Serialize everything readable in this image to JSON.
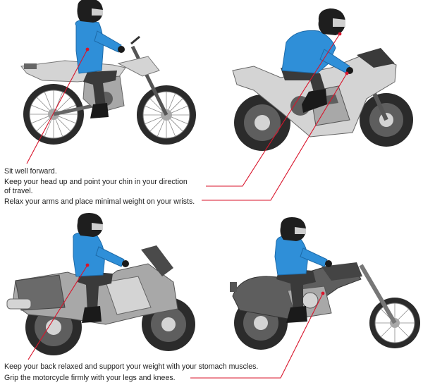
{
  "colors": {
    "callout_line": "#d9142b",
    "rider_jacket": "#2f8fd8",
    "helmet": "#1e1e1e",
    "tire": "#2b2b2b",
    "bike_light": "#d4d4d4",
    "bike_mid": "#a8a8a8",
    "bike_dark": "#5e5e5e",
    "pants": "#3a3a3a"
  },
  "figures": [
    {
      "name": "dirt-bike-rider",
      "bike": "dirt-bike"
    },
    {
      "name": "sport-bike-rider",
      "bike": "sport-bike"
    },
    {
      "name": "touring-bike-rider",
      "bike": "touring-bike"
    },
    {
      "name": "cruiser-bike-rider",
      "bike": "cruiser-bike"
    }
  ],
  "captions": {
    "sit_forward": "Sit well forward.",
    "head_up_1": "Keep your head up and point your chin in your direction",
    "head_up_2": "of travel.",
    "relax_arms": "Relax your arms and place minimal weight on your wrists.",
    "back_relaxed": "Keep your back relaxed and support your weight with your stomach muscles.",
    "grip": "Grip the motorcycle firmly with your legs and knees."
  }
}
